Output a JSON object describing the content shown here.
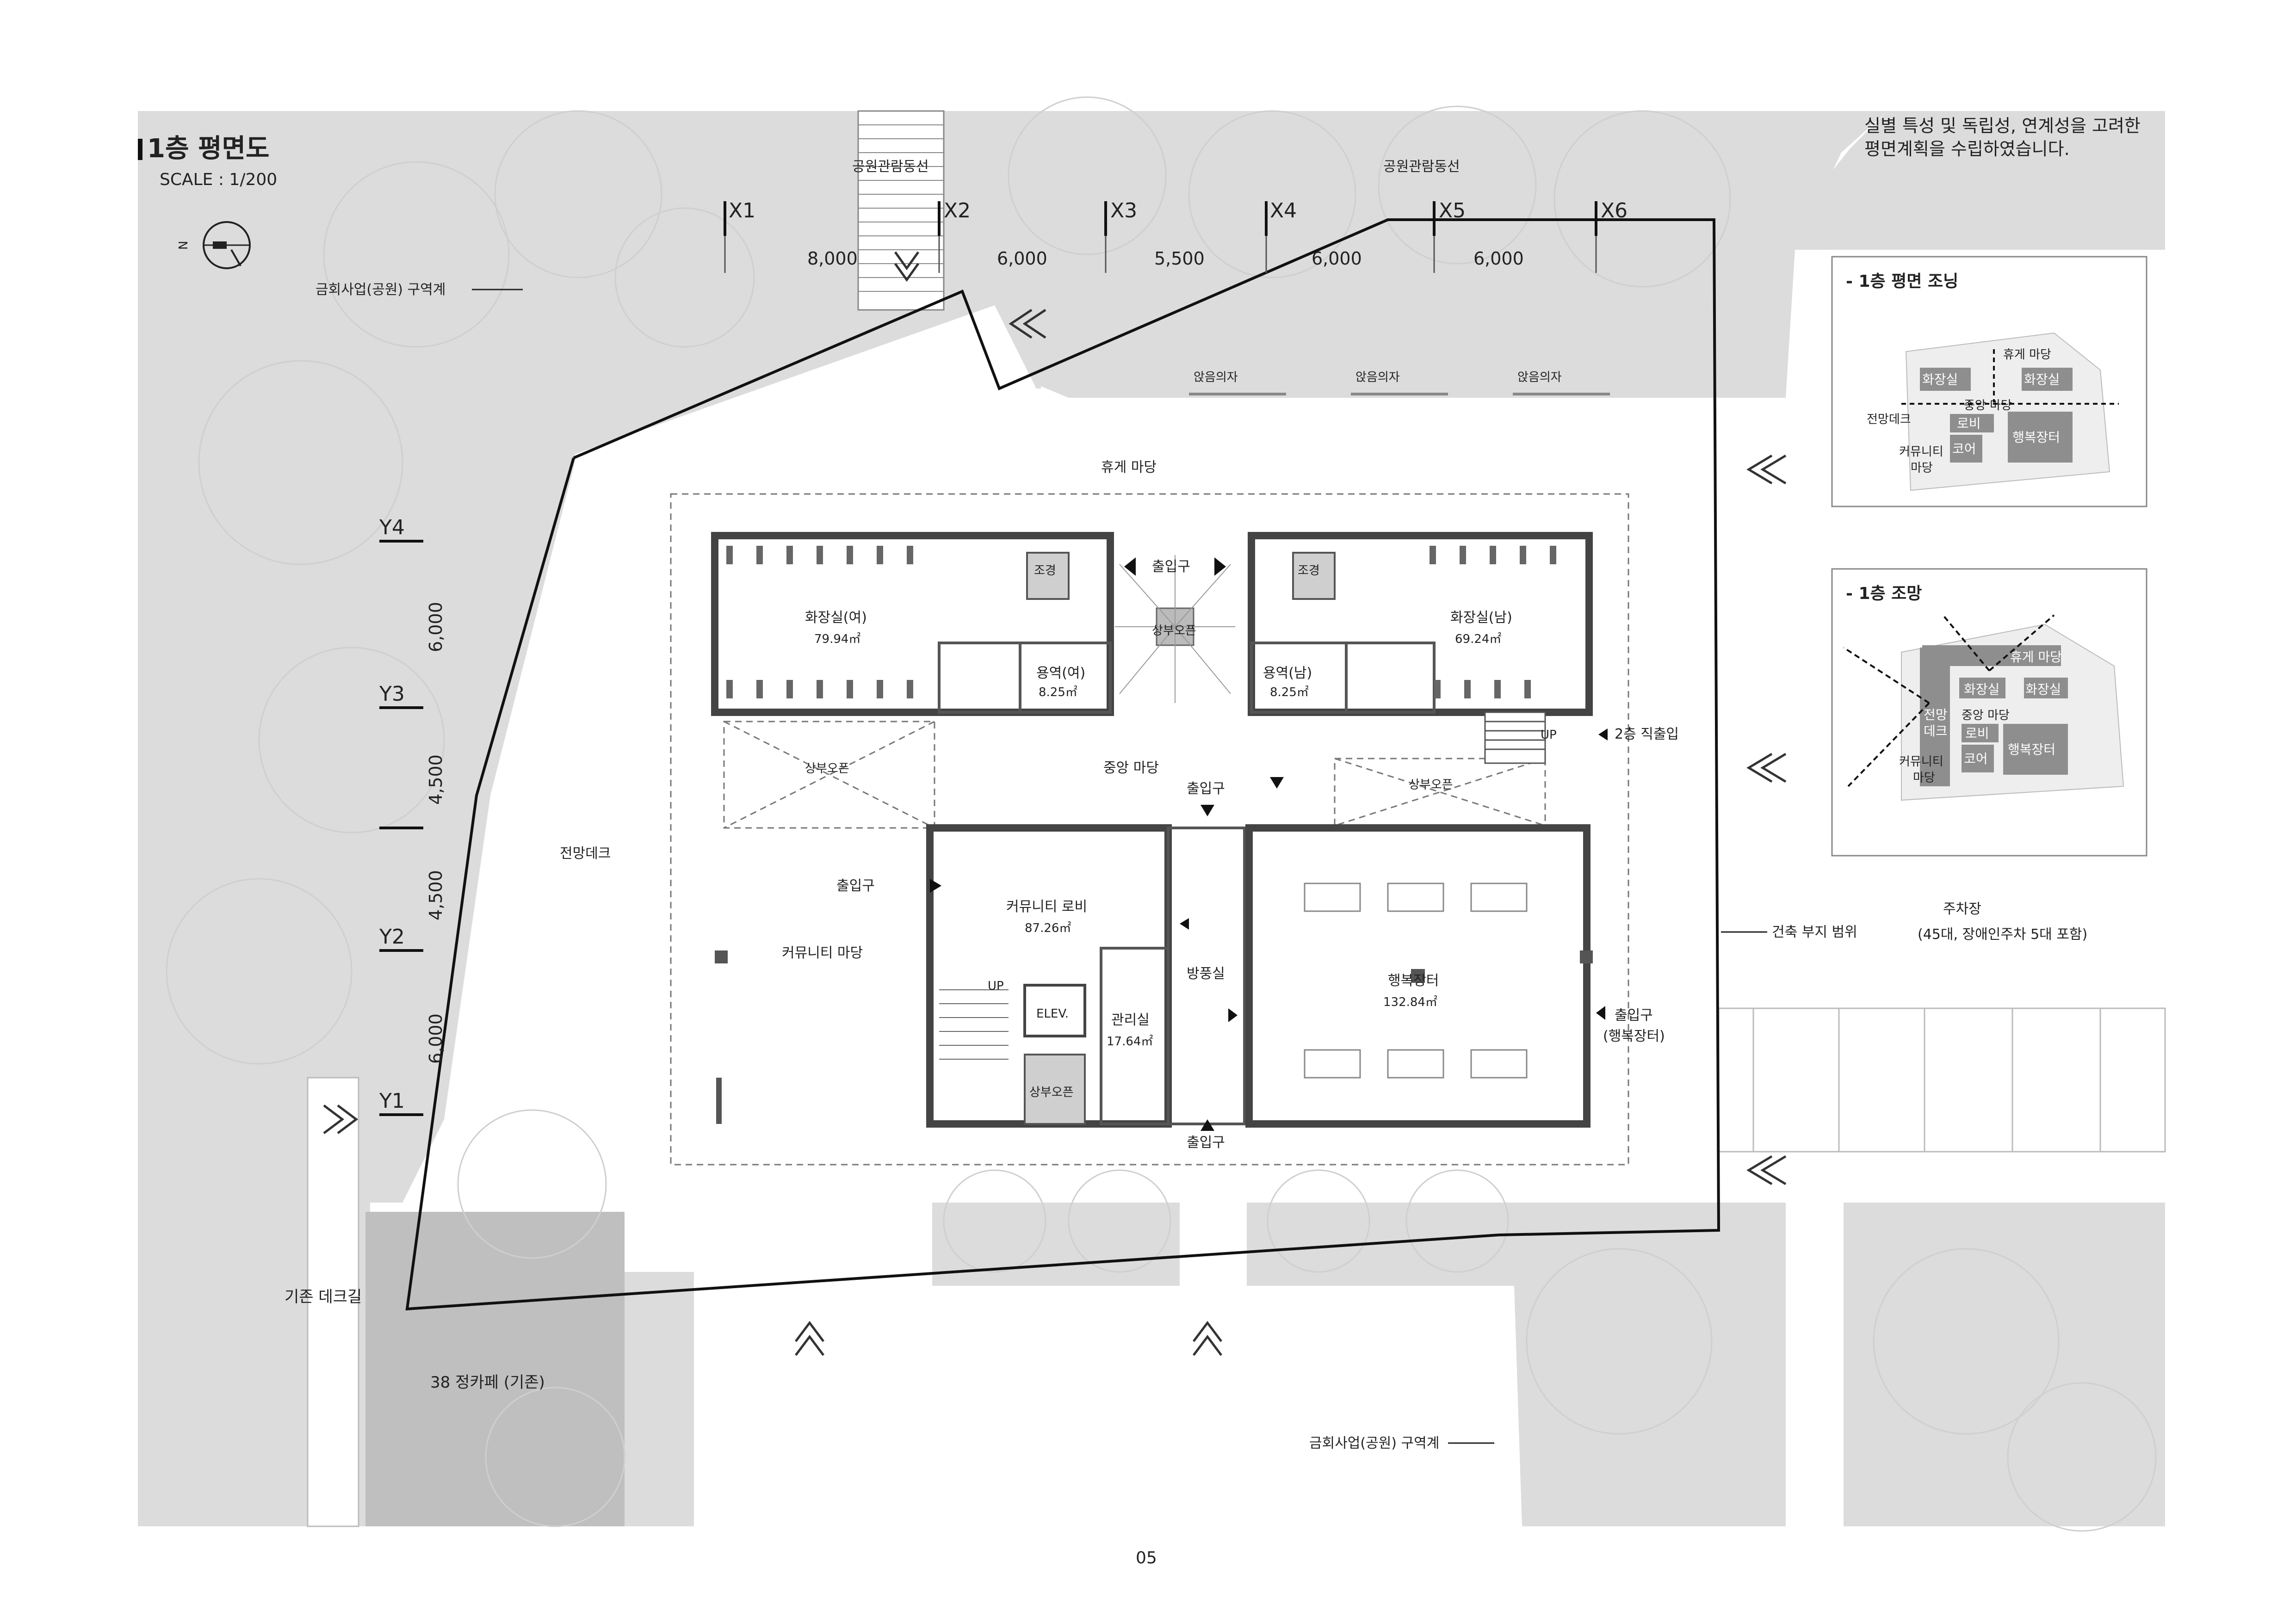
{
  "title": "1층 평면도",
  "scale": "SCALE : 1/200",
  "note": [
    "실별 특성 및 독립성, 연계성을 고려한",
    "평면계획을 수립하였습니다."
  ],
  "page_number": "05",
  "axes": {
    "x": [
      "X1",
      "X2",
      "X3",
      "X4",
      "X5",
      "X6"
    ],
    "x_dims": [
      "8,000",
      "6,000",
      "5,500",
      "6,000",
      "6,000"
    ],
    "y": [
      "Y4",
      "Y3",
      "Y2",
      "Y1"
    ],
    "y_dims": [
      "6,000",
      "4,500",
      "4,500",
      "6,000"
    ]
  },
  "site": {
    "park_path_left": "공원관람동선",
    "park_path_right": "공원관람동선",
    "zone_boundary_top": "금회사업(공원) 구역계",
    "zone_boundary_bottom": "금회사업(공원) 구역계",
    "bench": "앉음의자",
    "rest_yard": "휴게 마당",
    "view_deck": "전망데크",
    "community_yard": "커뮤니티 마당",
    "central_yard": "중앙 마당",
    "building_limit": "건축 부지 범위",
    "parking_title": "주차장",
    "parking_detail": "(45대, 장애인주차 5대 포함)",
    "existing_deck": "기존 데크길",
    "existing_cafe": "38 정카페 (기존)"
  },
  "rooms": {
    "wc_f": "화장실(여)",
    "wc_f_area": "79.94㎡",
    "wc_m": "화장실(남)",
    "wc_m_area": "69.24㎡",
    "jan_f": "용역(여)",
    "jan_f_area": "8.25㎡",
    "jan_m": "용역(남)",
    "jan_m_area": "8.25㎡",
    "landscape": "조경",
    "void": "상부오픈",
    "lobby": "커뮤니티 로비",
    "lobby_area": "87.26㎡",
    "office": "관리실",
    "office_area": "17.64㎡",
    "windbreak": "방풍실",
    "market": "행복장터",
    "market_area": "132.84㎡",
    "elev": "ELEV.",
    "up": "UP"
  },
  "entrances": {
    "entrance": "출입구",
    "second_floor": "2층 직출입",
    "market_entrance": "(행복장터)"
  },
  "inset_zoning": {
    "title": "- 1층 평면 조닝",
    "rest_yard": "휴게 마당",
    "wc_l": "화장실",
    "wc_r": "화장실",
    "central": "중앙 마당",
    "deck": "전망데크",
    "lobby": "로비",
    "core": "코어",
    "market": "행복장터",
    "community_1": "커뮤니티",
    "community_2": "마당"
  },
  "inset_view": {
    "title": "- 1층 조망",
    "rest_yard": "휴게 마당",
    "wc_l": "화장실",
    "wc_r": "화장실",
    "central": "중앙 마당",
    "deck_1": "전망",
    "deck_2": "데크",
    "lobby": "로비",
    "core": "코어",
    "market": "행복장터",
    "community_1": "커뮤니티",
    "community_2": "마당"
  }
}
